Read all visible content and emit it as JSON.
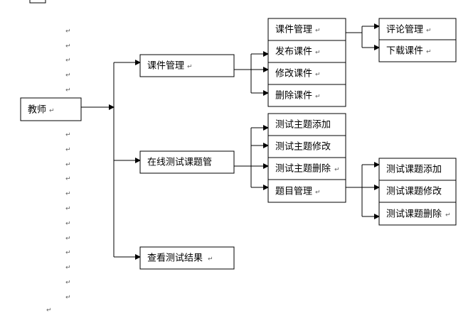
{
  "nodes": {
    "teacher": "教师",
    "course_mgmt": "课件管理",
    "online_test": "在线测试课题管",
    "view_results": "查看测试结果",
    "course_mgmt_sub": "课件管理",
    "publish": "发布课件",
    "modify": "修改课件",
    "delete": "删除课件",
    "comment_mgmt": "评论管理",
    "download": "下载课件",
    "topic_add": "测试主题添加",
    "topic_modify": "测试主题修改",
    "topic_delete": "测试主题删除",
    "question_mgmt": "题目管理",
    "q_add": "测试课题添加",
    "q_modify": "测试课题修改",
    "q_delete": "测试课题删除"
  },
  "return_mark": "↵",
  "colors": {
    "line": "#000000",
    "box_fill": "#ffffff",
    "mark": "#666666"
  }
}
